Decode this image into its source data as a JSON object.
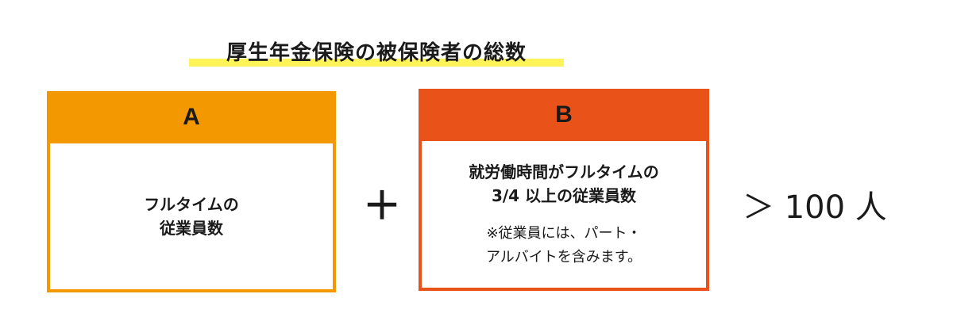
{
  "title": "厚生年金保険の被保険者の総数",
  "box_a": {
    "label": "A",
    "text": "フルタイムの\n従業員数"
  },
  "operator": "＋",
  "box_b": {
    "label": "B",
    "text": "就労働時間がフルタイムの\n3/4 以上の従業員数",
    "note": "※従業員には、パート・\nアルバイトを含みます。"
  },
  "result": "＞ 100 人",
  "colors": {
    "box_a": "#f39800",
    "box_b": "#e9531a",
    "highlight": "#fff35a"
  }
}
